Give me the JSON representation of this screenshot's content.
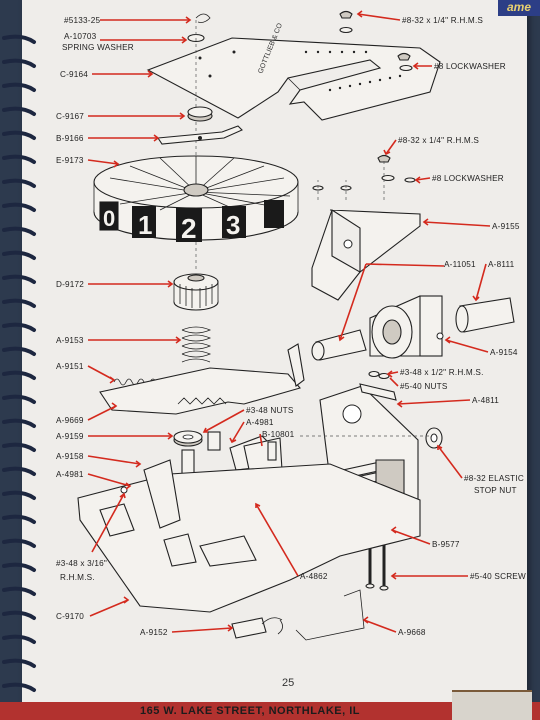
{
  "header": {
    "corner_text": "ame"
  },
  "footer": {
    "page_number": "25",
    "strip_text": "165 W. LAKE STREET, NORTHLAKE, IL"
  },
  "colors": {
    "leader": "#d42a1e",
    "page": "#efedea",
    "background": "#2d3a4e",
    "strip": "#b2322f"
  },
  "reel": {
    "symbols": [
      "0",
      "1",
      "2",
      "3"
    ]
  },
  "plate": {
    "stamp": "GOTTLIEB & CO"
  },
  "labels": {
    "p_5133_25": "#5133-25",
    "a_10703": "A-10703",
    "spring_washer": "SPRING WASHER",
    "c_9164": "C-9164",
    "c_9167": "C-9167",
    "b_9166": "B-9166",
    "e_9173": "E-9173",
    "d_9172": "D-9172",
    "a_9153": "A-9153",
    "a_9151": "A-9151",
    "a_9669": "A-9669",
    "a_9159": "A-9159",
    "a_9158": "A-9158",
    "a_4981_left": "A-4981",
    "rhms_3_48_a": "#3-48 x 3/16\"",
    "rhms_3_48_b": "R.H.M.S.",
    "c_9170": "C-9170",
    "a_9152": "A-9152",
    "rhms_8_32_top": "#8-32 x 1/4\" R.H.M.S",
    "lockwasher_top": "#8 LOCKWASHER",
    "rhms_8_32_mid": "#8-32 x 1/4\" R.H.M.S",
    "lockwasher_mid": "#8 LOCKWASHER",
    "a_9155": "A-9155",
    "a_11051": "A-11051",
    "a_8111": "A-8111",
    "a_9154": "A-9154",
    "rhms_3_48_half": "#3-48 x 1/2\" R.H.M.S.",
    "nuts_5_40": "#5-40 NUTS",
    "a_4811": "A-4811",
    "nuts_3_48": "#3-48 NUTS",
    "a_4981_center": "A-4981",
    "b_10801": "B-10801",
    "elastic_a": "#8-32 ELASTIC",
    "elastic_b": "STOP NUT",
    "b_9577": "B-9577",
    "a_4862": "A-4862",
    "screw_5_40": "#5-40 SCREW",
    "a_9668": "A-9668"
  }
}
